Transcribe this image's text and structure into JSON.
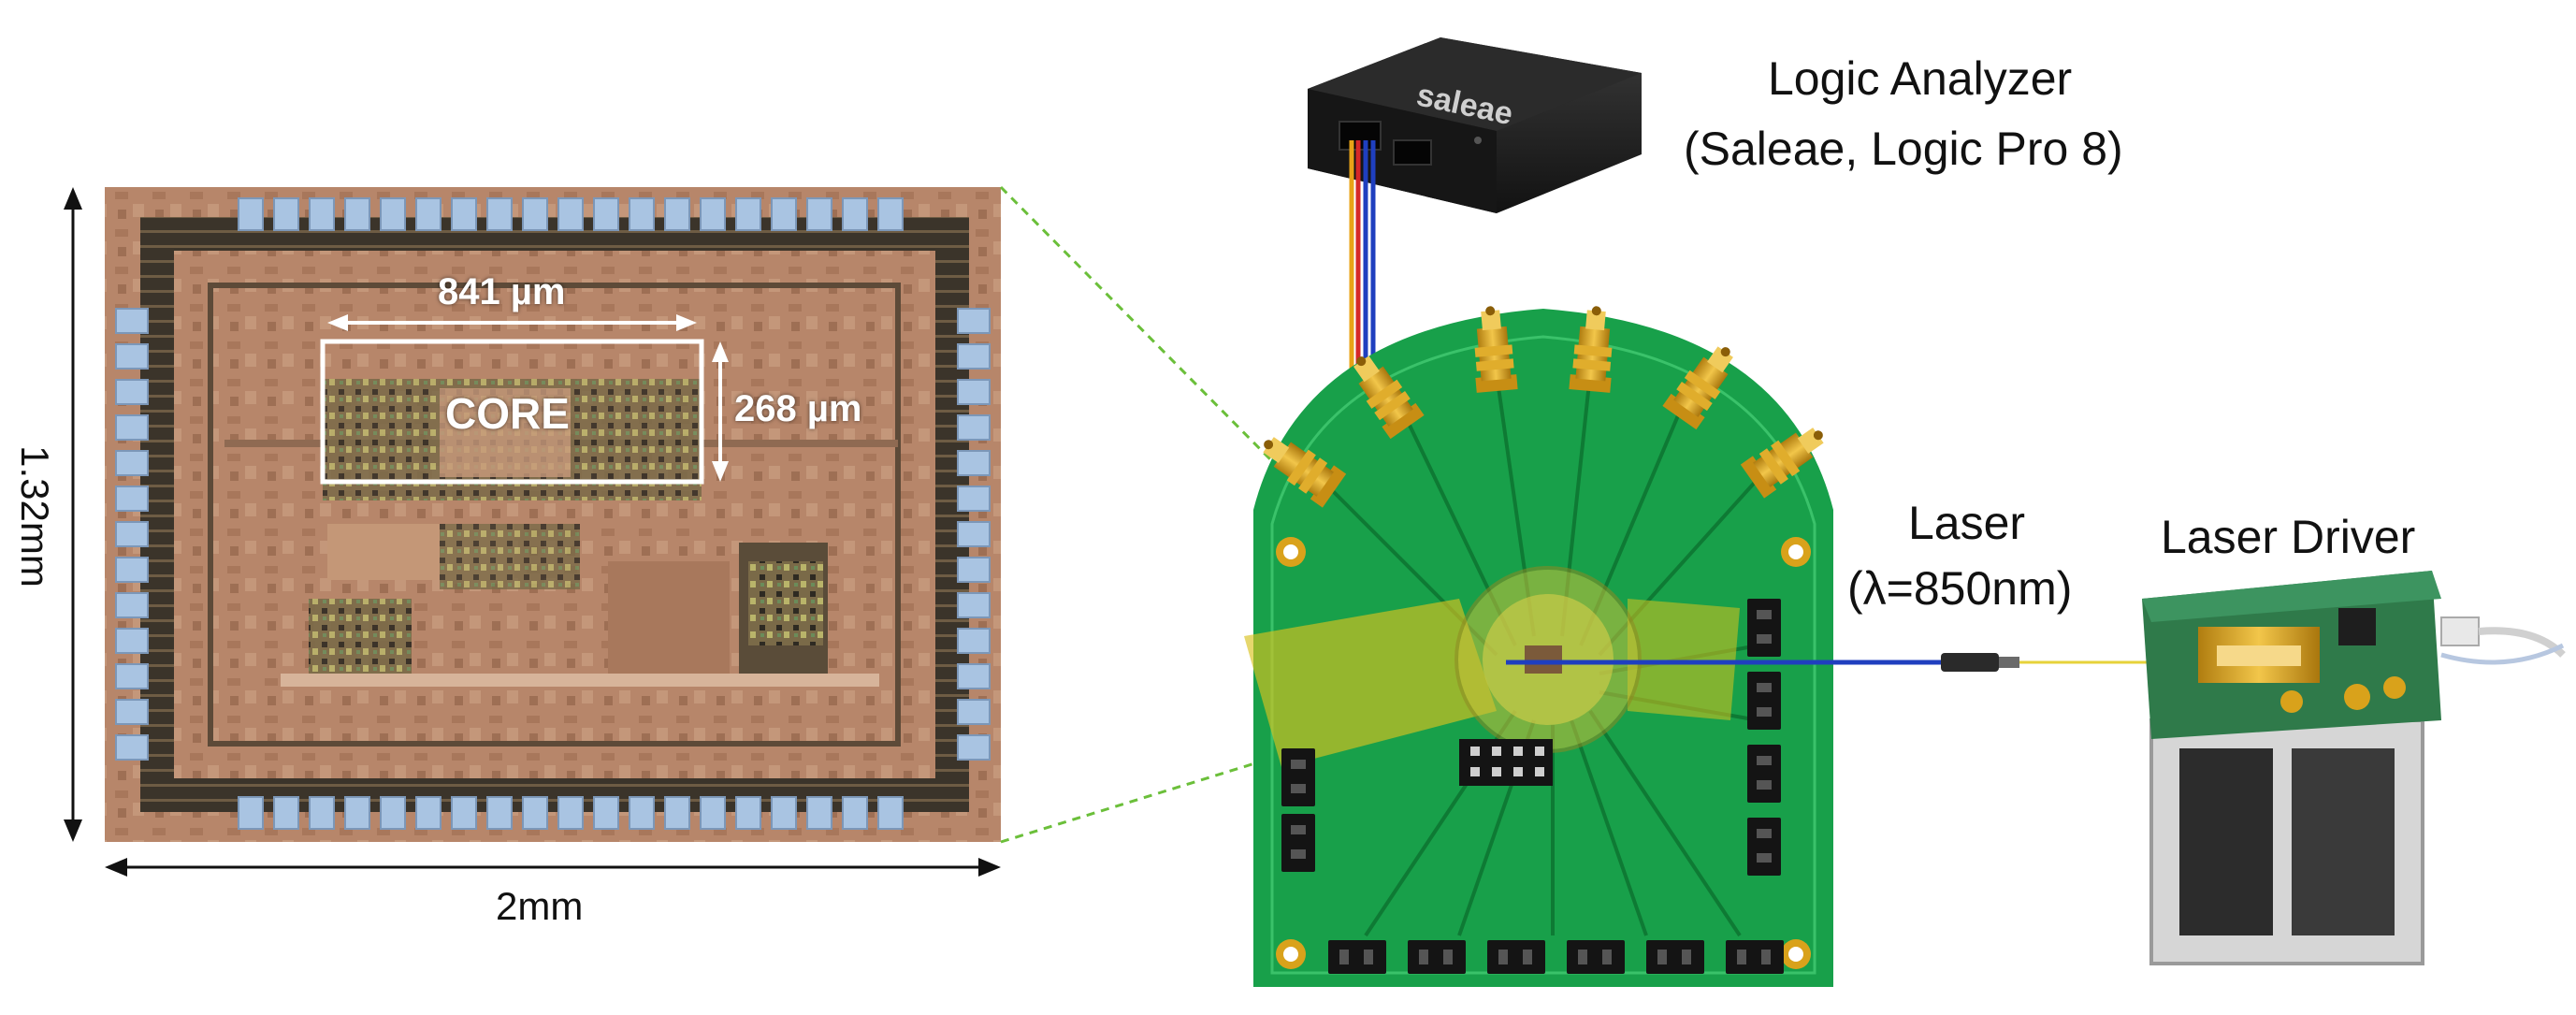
{
  "chip": {
    "core_label": "CORE",
    "core_width_label": "841 µm",
    "core_height_label": "268 µm",
    "die_height_label": "1.32mm",
    "die_width_label": "2mm"
  },
  "logic_analyzer": {
    "brand_mark": "saleae",
    "title": "Logic Analyzer",
    "subtitle": "(Saleae, Logic Pro 8)"
  },
  "laser": {
    "title": "Laser",
    "wavelength": "(λ=850nm)"
  },
  "laser_driver": {
    "title": "Laser Driver"
  },
  "colors": {
    "pcb_green": "#18a04a",
    "die_copper": "#b8876a",
    "pad_blue": "#a9c4e2",
    "wire_blue": "#1f3fbf",
    "wire_red": "#d62828",
    "wire_orange": "#e8a317",
    "fiber_yellow": "#e6d23a",
    "zoom_line_green": "#6bbf3a",
    "sma_gold": "#d9a21b"
  }
}
